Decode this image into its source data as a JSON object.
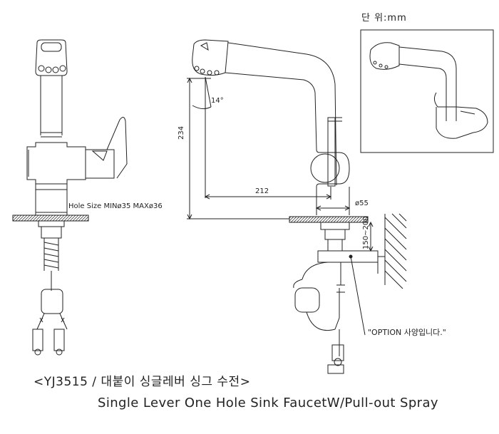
{
  "header": {
    "unit_label": "단 위:mm"
  },
  "dimensions": {
    "height": "234",
    "reach": "212",
    "angle": "14°",
    "diameter": "ø55",
    "range": "150~200",
    "hole_size": "Hole Size MINø35 MAXø36"
  },
  "callout": {
    "option_label": "\"OPTION 사양입니다.\""
  },
  "titles": {
    "model_ko": "<YJ3515 / 대붙이 싱글레버 싱그 수전>",
    "model_en": "Single Lever One Hole Sink FaucetW/Pull-out Spray"
  },
  "colors": {
    "line": "#222222",
    "background": "#ffffff"
  }
}
